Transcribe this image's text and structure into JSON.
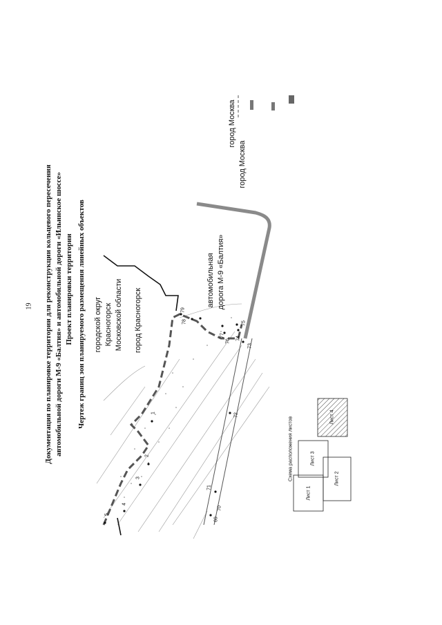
{
  "page_number": "19",
  "title": {
    "line1": "Документация по планировке территории для реконструкции кольцевого пересечения",
    "line2": "автомобильной дороги М-9 «Балтия» и автомобильной дороги «Ильинское шоссе»",
    "line3": "Проект планировки территории",
    "line4": "Чертеж границ зон планируемого размещения линейных объектов"
  },
  "map_labels": {
    "district": "городской округ",
    "krasnogorsk": "Красногорск",
    "oblast": "Московской области",
    "city_krasnogorsk": "город Красногорск",
    "road_line1": "автомобильная",
    "road_line2": "дорога М-9 «Балтия»",
    "moscow_1": "город Москва",
    "moscow_2": "город Москва"
  },
  "point_labels": [
    "5",
    "4",
    "3",
    "2",
    "1",
    "69",
    "70",
    "71",
    "72",
    "73",
    "74",
    "75",
    "76",
    "77",
    "78",
    "79"
  ],
  "sheet_scheme": {
    "title": "Схема расположения листов",
    "sheets": [
      "Лист 1",
      "Лист 2",
      "Лист 3",
      "Лист 4"
    ]
  }
}
